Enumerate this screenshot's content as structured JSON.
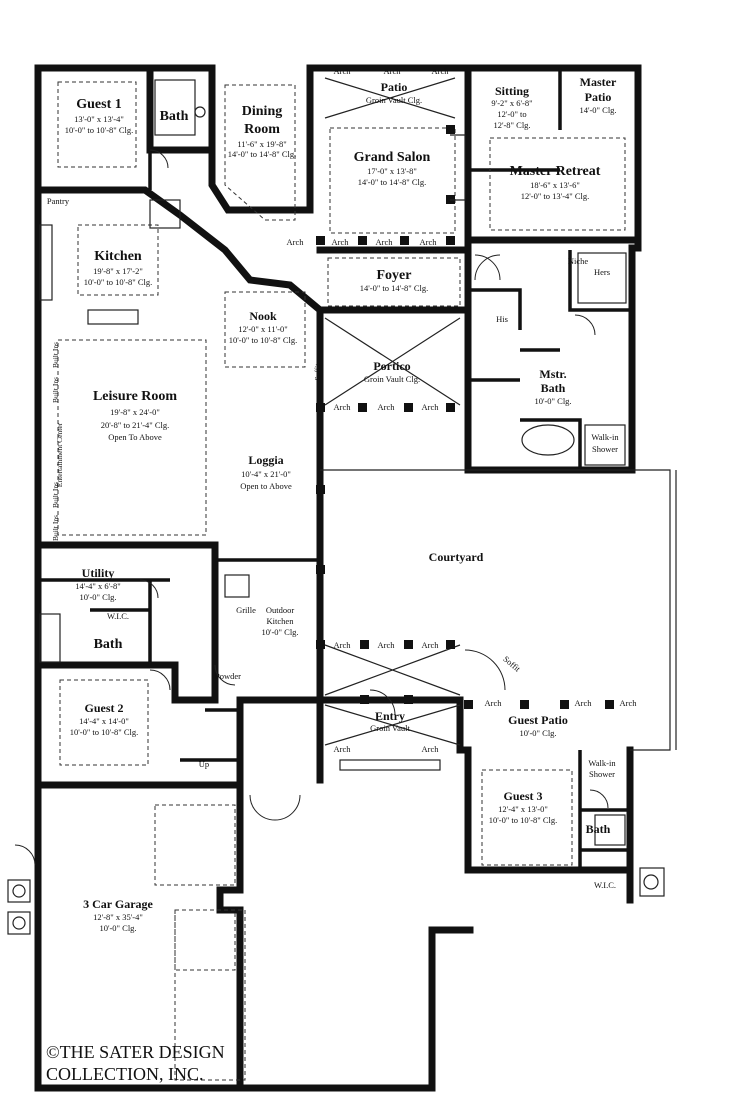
{
  "rooms": [
    {
      "id": "guest1",
      "name": "Guest 1",
      "dims": [
        "13'-0\" x 13'-4\"",
        "10'-0\" to 10'-8\" Clg."
      ]
    },
    {
      "id": "bath1",
      "name": "Bath",
      "dims": []
    },
    {
      "id": "dining",
      "name": "Dining Room",
      "dims": [
        "11'-6\" x 19'-8\"",
        "14'-0\" to 14'-8\" Clg."
      ]
    },
    {
      "id": "patio",
      "name": "Patio",
      "dims": [
        "Groin Vault Clg."
      ]
    },
    {
      "id": "grandsalon",
      "name": "Grand Salon",
      "dims": [
        "17'-0\" x 13'-8\"",
        "14'-0\" to 14'-8\" Clg."
      ]
    },
    {
      "id": "sitting",
      "name": "Sitting",
      "dims": [
        "9'-2\" x 6'-8\"",
        "12'-0\" to",
        "12'-8\" Clg."
      ]
    },
    {
      "id": "masterpatio",
      "name": "Master Patio",
      "dims": [
        "14'-0\" Clg."
      ]
    },
    {
      "id": "masterretreat",
      "name": "Master Retreat",
      "dims": [
        "18'-6\" x 13'-6\"",
        "12'-0\" to 13'-4\" Clg."
      ]
    },
    {
      "id": "kitchen",
      "name": "Kitchen",
      "dims": [
        "19'-8\" x 17'-2\"",
        "10'-0\" to 10'-8\" Clg."
      ]
    },
    {
      "id": "foyer",
      "name": "Foyer",
      "dims": [
        "14'-0\" to 14'-8\" Clg."
      ]
    },
    {
      "id": "nook",
      "name": "Nook",
      "dims": [
        "12'-0\" x 11'-0\"",
        "10'-0\" to 10'-8\" Clg."
      ]
    },
    {
      "id": "portico",
      "name": "Portico",
      "dims": [
        "Groin Vault Clg."
      ]
    },
    {
      "id": "mstrbath",
      "name": "Mstr. Bath",
      "dims": [
        "10'-0\" Clg."
      ]
    },
    {
      "id": "leisure",
      "name": "Leisure Room",
      "dims": [
        "19'-8\" x 24'-0\"",
        "20'-8\" to 21'-4\" Clg.",
        "Open To Above"
      ]
    },
    {
      "id": "loggia",
      "name": "Loggia",
      "dims": [
        "10'-4\" x 21'-0\"",
        "Open to Above"
      ]
    },
    {
      "id": "courtyard",
      "name": "Courtyard",
      "dims": []
    },
    {
      "id": "utility",
      "name": "Utility",
      "dims": [
        "14'-4\" x 6'-8\"",
        "10'-0\" Clg."
      ]
    },
    {
      "id": "bath2",
      "name": "Bath",
      "dims": []
    },
    {
      "id": "outdoorkitchen",
      "name": "",
      "dims": [
        "Outdoor",
        "Kitchen",
        "10'-0\" Clg."
      ]
    },
    {
      "id": "guest2",
      "name": "Guest 2",
      "dims": [
        "14'-4\" x 14'-0\"",
        "10'-0\" to 10'-8\" Clg."
      ]
    },
    {
      "id": "entry",
      "name": "Entry",
      "dims": [
        "Groin Vault"
      ]
    },
    {
      "id": "guestpatio",
      "name": "Guest Patio",
      "dims": [
        "10'-0\" Clg."
      ]
    },
    {
      "id": "guest3",
      "name": "Guest 3",
      "dims": [
        "12'-4\" x 13'-0\"",
        "10'-0\" to 10'-8\" Clg."
      ]
    },
    {
      "id": "bath3",
      "name": "Bath",
      "dims": []
    },
    {
      "id": "garage",
      "name": "3 Car Garage",
      "dims": [
        "12'-8\" x 35'-4\"",
        "10'-0\" Clg."
      ]
    }
  ],
  "labels": {
    "pantry": "Pantry",
    "niche": "Niche",
    "hers": "Hers",
    "his": "His",
    "walkin_top": "Walk-in",
    "walkin_bottom": "Shower",
    "walkin2_top": "Walk-in",
    "walkin2_bottom": "Shower",
    "grille": "Grille",
    "powder": "Powder",
    "up": "Up",
    "wic1": "W.I.C.",
    "wic2": "W.I.C.",
    "soffit1": "Soffit",
    "soffit2": "Soffit",
    "builtins_1": "Built Ins",
    "builtins_2": "Built Ins",
    "builtins_3": "Built Ins",
    "builtins_4": "Built Ins",
    "entertainment": "Entertainment Center",
    "arch": "Arch"
  },
  "copyright": {
    "line1": "©THE SATER DESIGN",
    "line2": "COLLECTION, INC."
  }
}
